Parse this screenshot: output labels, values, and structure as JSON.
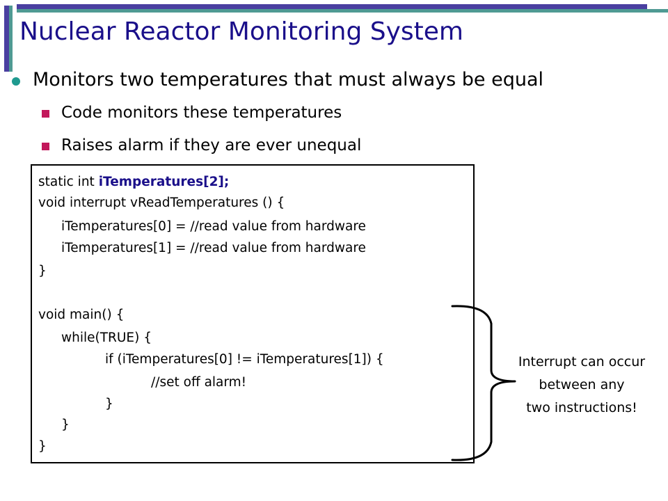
{
  "slide": {
    "title": "Nuclear Reactor Monitoring System",
    "bullets": {
      "main": "Monitors two temperatures that must always be equal",
      "sub": [
        "Code monitors these temperatures",
        "Raises alarm if they are ever unequal"
      ]
    },
    "code": {
      "line1_prefix": "static int ",
      "line1_highlight": "iTemperatures[2];",
      "lines": [
        "void interrupt vReadTemperatures () {",
        "iTemperatures[0] = //read value from hardware",
        "iTemperatures[1] = //read value from hardware",
        "}",
        "void main() {",
        "while(TRUE) {",
        "if (iTemperatures[0] != iTemperatures[1]) {",
        "//set off alarm!",
        "}",
        "}",
        "}"
      ]
    },
    "annotation": [
      "Interrupt can occur",
      "between any",
      "two instructions!"
    ],
    "colors": {
      "title": "#1a0f8a",
      "bullet_dot": "#1f9a8f",
      "sub_bullet": "#c2185b",
      "frame_blue": "#4a3fa0",
      "frame_teal": "#4f9a93"
    }
  }
}
